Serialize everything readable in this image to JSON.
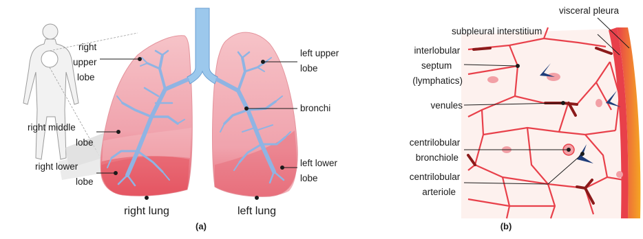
{
  "panel_a": {
    "caption": "(a)",
    "labels": {
      "right_upper_lobe": [
        "right",
        "upper",
        "lobe"
      ],
      "right_middle_lobe": [
        "right middle",
        "lobe"
      ],
      "right_lower_lobe": [
        "right lower",
        "lobe"
      ],
      "left_upper_lobe": [
        "left upper",
        "lobe"
      ],
      "bronchi": "bronchi",
      "left_lower_lobe": [
        "left lower",
        "lobe"
      ],
      "right_lung": "right lung",
      "left_lung": "left lung"
    }
  },
  "panel_b": {
    "caption": "(b)",
    "labels": {
      "visceral_pleura": "visceral pleura",
      "subpleural_interstitium": "subpleural interstitium",
      "interlobular_septum": [
        "interlobular",
        "septum",
        "(lymphatics)"
      ],
      "venules": "venules",
      "centrilobular_bronchiole": [
        "centrilobular",
        "bronchiole"
      ],
      "centrilobular_arteriole": [
        "centrilobular",
        "arteriole"
      ]
    }
  },
  "colors": {
    "lung_pink": "#f2a7b0",
    "lung_dark": "#e0505f",
    "airway_blue": "#8fb4e3",
    "trachea_blue": "#9cc8ec",
    "septum_red": "#e8404a",
    "venule_dark": "#8b1a1a",
    "pleura_orange": "#f3a23a",
    "arteriole_navy": "#1f3d7a",
    "tissue_bg": "#fdf1ee"
  }
}
